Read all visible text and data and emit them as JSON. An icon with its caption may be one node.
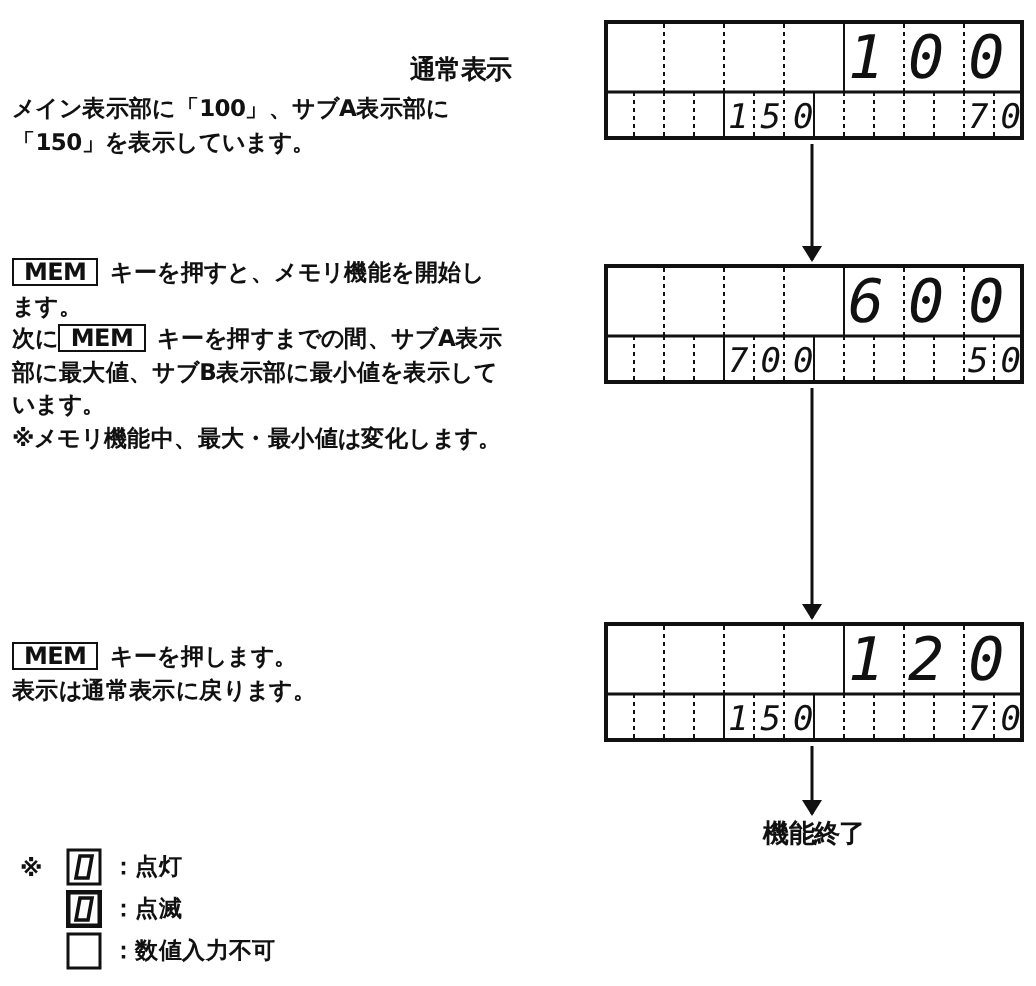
{
  "diagram": {
    "nodes": [
      {
        "text": [
          "100",
          "150",
          "70"
        ]
      },
      {
        "text": [
          "600",
          "700",
          "50"
        ]
      },
      {
        "text": [
          "120",
          "150",
          "70"
        ]
      },
      {
        "text": [
          "機能終了"
        ]
      }
    ],
    "edges": [
      {
        "from": 0,
        "to": 1,
        "arrow": "to"
      },
      {
        "from": 1,
        "to": 2,
        "arrow": "to"
      },
      {
        "from": 2,
        "to": 3,
        "arrow": "to"
      }
    ],
    "labels": [
      "通常表示",
      "メイン表示部に「100」、サブA表示部に「150」を表示しています。",
      "MEM",
      "キーを押すと、メモリ機能を開始します。",
      "次に",
      "MEM",
      "キーを押すまでの間、サブA表示部に最大値、サブB表示部に最小値を表示しています。",
      "※メモリ機能中、最大・最小値は変化します。",
      "MEM",
      "キーを押します。",
      "表示は通常表示に戻ります。",
      "※"
    ],
    "legend": [
      {
        "text": "：点灯"
      },
      {
        "text": "：点滅"
      },
      {
        "text": "：数値入力不可"
      }
    ]
  }
}
